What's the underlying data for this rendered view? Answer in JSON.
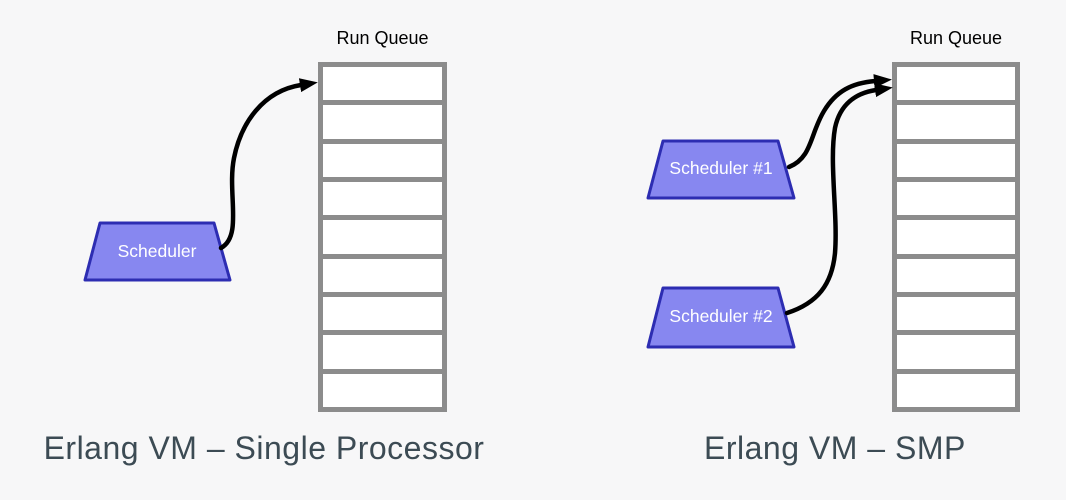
{
  "page": {
    "background_color": "#f7f7f8",
    "description": "Comparison of Erlang VM scheduler architectures"
  },
  "colors": {
    "scheduler_fill": "#8787f0",
    "scheduler_border": "#2d2db2",
    "queue_border": "#8c8c8c",
    "queue_cell_fill": "#ffffff",
    "arrow": "#000000",
    "caption_text": "#3c4b54",
    "queue_label_text": "#000000",
    "scheduler_label_text": "#ffffff"
  },
  "diagrams": [
    {
      "caption": "Erlang VM – Single Processor",
      "run_queue": {
        "label": "Run Queue",
        "cell_count": 9
      },
      "schedulers": [
        {
          "label": "Scheduler"
        }
      ],
      "arrows": [
        {
          "from": "Scheduler",
          "to": "Run Queue"
        }
      ]
    },
    {
      "caption": "Erlang VM – SMP",
      "run_queue": {
        "label": "Run Queue",
        "cell_count": 9
      },
      "schedulers": [
        {
          "label": "Scheduler #1"
        },
        {
          "label": "Scheduler #2"
        }
      ],
      "arrows": [
        {
          "from": "Scheduler #1",
          "to": "Run Queue"
        },
        {
          "from": "Scheduler #2",
          "to": "Run Queue"
        }
      ]
    }
  ]
}
